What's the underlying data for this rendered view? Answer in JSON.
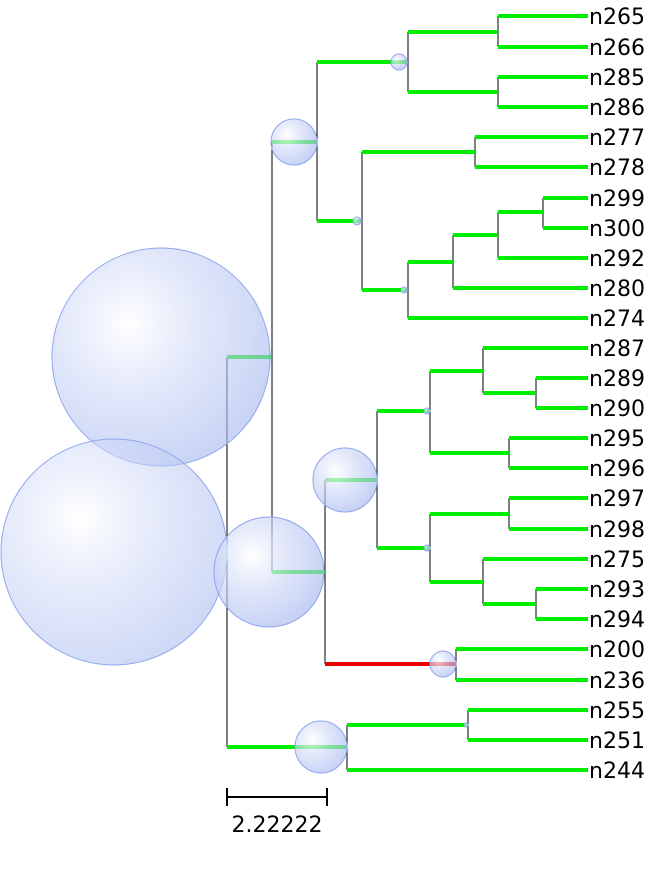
{
  "tree": {
    "leaves": [
      "n265",
      "n266",
      "n285",
      "n286",
      "n277",
      "n278",
      "n299",
      "n300",
      "n292",
      "n280",
      "n274",
      "n287",
      "n289",
      "n290",
      "n295",
      "n296",
      "n297",
      "n298",
      "n275",
      "n293",
      "n294",
      "n200",
      "n236",
      "n255",
      "n251",
      "n244"
    ],
    "scale_bar_label": "2.22222",
    "colors": {
      "branch_default": "#00ee00",
      "branch_highlight": "#ee0000",
      "bubble_fill": "#b8c6f4",
      "bubble_stroke": "#8fa6ee",
      "stem": "#000000"
    },
    "highlighted_branch": "n200-n236 clade",
    "node_markers": "blue circles sized per node"
  }
}
